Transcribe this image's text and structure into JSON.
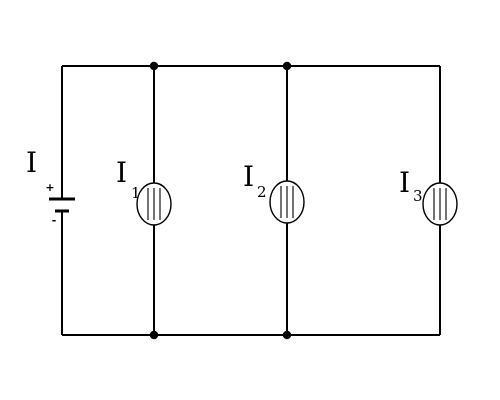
{
  "colors": {
    "wire": "#000000",
    "background": "#ffffff"
  },
  "labels": {
    "source": {
      "main": "I"
    },
    "lamp1": {
      "main": "I",
      "sub": "1"
    },
    "lamp2": {
      "main": "I",
      "sub": "2"
    },
    "lamp3": {
      "main": "I",
      "sub": "3"
    }
  },
  "polarity": {
    "positive": "+",
    "negative": "-"
  }
}
